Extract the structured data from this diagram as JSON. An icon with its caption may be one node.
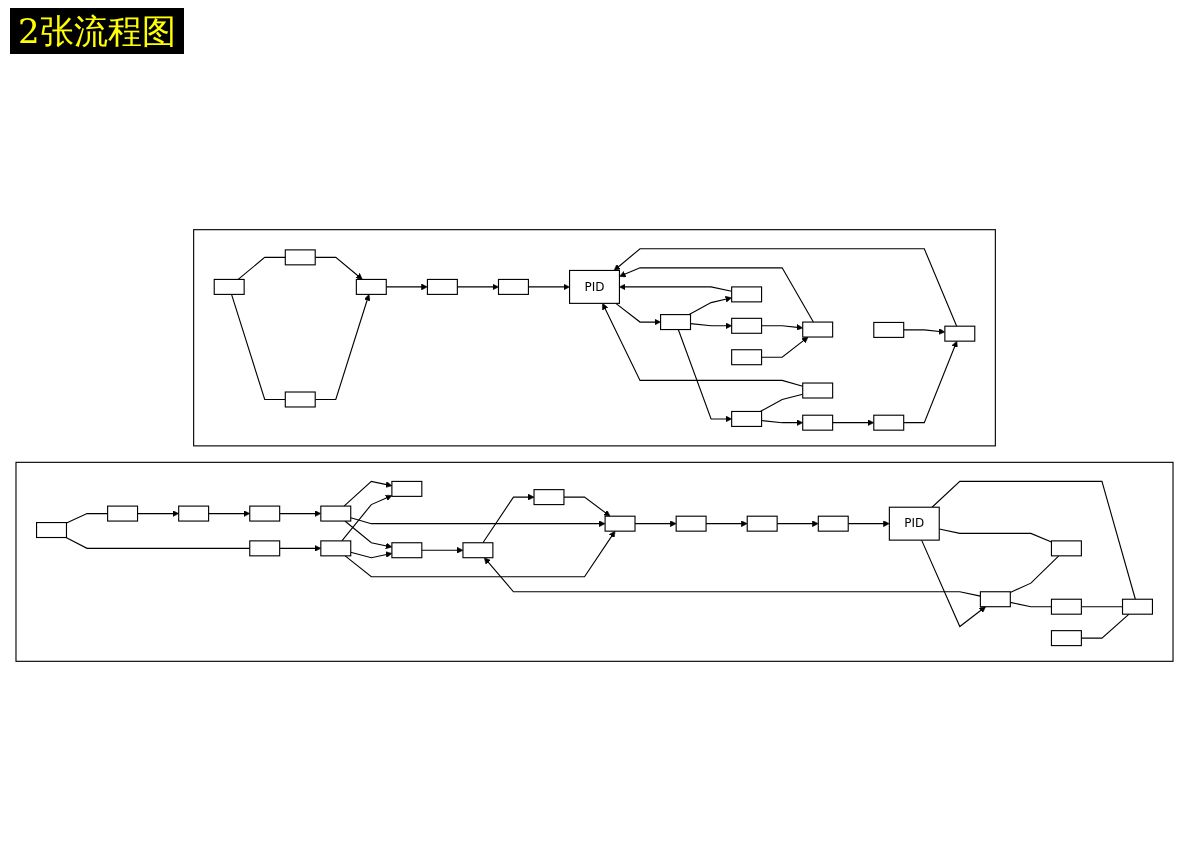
{
  "diagram": {
    "title": "2张流程图",
    "nodes": [
      {
        "text": [],
        "shape": "box"
      },
      {
        "text": [],
        "shape": "box",
        "in": 0
      },
      {
        "text": [],
        "shape": "box",
        "in": 0
      },
      {
        "text": [],
        "shape": "box",
        "in": 0
      },
      {
        "text": [],
        "shape": "box",
        "in": 0
      },
      {
        "text": [],
        "shape": "box",
        "in": 0
      },
      {
        "text": [],
        "shape": "box",
        "in": 0
      },
      {
        "text": [
          "PID"
        ],
        "in": 0
      },
      {
        "text": [],
        "shape": "box",
        "in": 0
      },
      {
        "text": [],
        "shape": "box",
        "in": 0
      },
      {
        "text": [],
        "shape": "box",
        "in": 0
      },
      {
        "text": [],
        "shape": "box",
        "in": 0
      },
      {
        "text": [],
        "shape": "box",
        "in": 0
      },
      {
        "text": [],
        "shape": "box",
        "in": 0
      },
      {
        "text": [],
        "shape": "box",
        "in": 0
      },
      {
        "text": [],
        "shape": "box",
        "in": 0
      },
      {
        "text": [],
        "shape": "box",
        "in": 0
      },
      {
        "text": [],
        "shape": "box",
        "in": 0
      },
      {
        "text": [],
        "shape": "box",
        "in": 0
      },
      {
        "text": [],
        "shape": "box"
      },
      {
        "text": [],
        "shape": "box",
        "in": 19
      },
      {
        "text": [],
        "shape": "box",
        "in": 19
      },
      {
        "text": [],
        "shape": "box",
        "in": 19
      },
      {
        "text": [],
        "shape": "box",
        "in": 19
      },
      {
        "text": [],
        "shape": "box",
        "in": 19
      },
      {
        "text": [],
        "shape": "box",
        "in": 19
      },
      {
        "text": [],
        "shape": "box",
        "in": 19
      },
      {
        "text": [],
        "shape": "box",
        "in": 19
      },
      {
        "text": [],
        "shape": "box",
        "in": 19
      },
      {
        "text": [],
        "shape": "box",
        "in": 19
      },
      {
        "text": [],
        "shape": "box",
        "in": 19
      },
      {
        "text": [],
        "shape": "box",
        "in": 19
      },
      {
        "text": [],
        "shape": "box",
        "in": 19
      },
      {
        "text": [
          "PID"
        ],
        "in": 19
      },
      {
        "text": [],
        "shape": "box",
        "in": 19
      },
      {
        "text": [],
        "shape": "box",
        "in": 19
      },
      {
        "text": [],
        "shape": "box",
        "in": 19
      },
      {
        "text": [],
        "shape": "box",
        "in": 19
      },
      {
        "text": [],
        "shape": "box",
        "in": 19
      },
      {
        "text": [],
        "shape": "box",
        "in": 19
      },
      {
        "text": [],
        "shape": "box",
        "in": 19
      }
    ],
    "edges": [
      {
        "from": 1,
        "to": 2,
        "arrow": "none"
      },
      {
        "from": 1,
        "to": 3,
        "arrow": "none"
      },
      {
        "from": 2,
        "to": 4,
        "arrow": "to"
      },
      {
        "from": 3,
        "to": 4,
        "arrow": "to"
      },
      {
        "from": 4,
        "to": 5,
        "arrow": "to"
      },
      {
        "from": 5,
        "to": 6,
        "arrow": "to"
      },
      {
        "from": 6,
        "to": 7,
        "arrow": "to"
      },
      {
        "from": 7,
        "to": 11,
        "arrow": "to"
      },
      {
        "from": 11,
        "to": 14,
        "arrow": "to"
      },
      {
        "from": 14,
        "to": 15,
        "arrow": "to"
      },
      {
        "from": 15,
        "to": 16,
        "arrow": "to"
      },
      {
        "from": 16,
        "to": 18,
        "arrow": "to"
      },
      {
        "from": 17,
        "to": 18,
        "arrow": "to"
      },
      {
        "from": 18,
        "to": 7,
        "arrow": "to"
      },
      {
        "from": 11,
        "to": 10,
        "arrow": "to"
      },
      {
        "from": 11,
        "to": 12,
        "arrow": "to"
      },
      {
        "from": 9,
        "to": 8,
        "arrow": "to"
      },
      {
        "from": 10,
        "to": 8,
        "arrow": "to"
      },
      {
        "from": 8,
        "to": 7,
        "arrow": "to"
      },
      {
        "from": 12,
        "to": 7,
        "arrow": "to"
      },
      {
        "from": 14,
        "to": 13,
        "arrow": "none"
      },
      {
        "from": 13,
        "to": 7,
        "arrow": "to"
      },
      {
        "from": 20,
        "to": 21,
        "arrow": "none"
      },
      {
        "from": 21,
        "to": 22,
        "arrow": "to"
      },
      {
        "from": 20,
        "to": 23,
        "arrow": "none"
      },
      {
        "from": 23,
        "to": 24,
        "arrow": "to"
      },
      {
        "from": 24,
        "to": 25,
        "arrow": "to"
      },
      {
        "from": 25,
        "to": 26,
        "arrow": "to"
      },
      {
        "from": 22,
        "to": 27,
        "arrow": "to"
      },
      {
        "from": 26,
        "to": 27,
        "arrow": "to"
      },
      {
        "from": 22,
        "to": 28,
        "arrow": "to"
      },
      {
        "from": 26,
        "to": 28,
        "arrow": "to"
      },
      {
        "from": 22,
        "to": 29,
        "arrow": "to"
      },
      {
        "from": 26,
        "to": 29,
        "arrow": "to"
      },
      {
        "from": 28,
        "to": 39,
        "arrow": "to"
      },
      {
        "from": 29,
        "to": 30,
        "arrow": "to"
      },
      {
        "from": 30,
        "to": 31,
        "arrow": "to"
      },
      {
        "from": 31,
        "to": 32,
        "arrow": "to"
      },
      {
        "from": 32,
        "to": 33,
        "arrow": "to"
      },
      {
        "from": 33,
        "to": 36,
        "arrow": "to"
      },
      {
        "from": 36,
        "to": 39,
        "arrow": "to"
      },
      {
        "from": 39,
        "to": 40,
        "arrow": "to"
      },
      {
        "from": 40,
        "to": 29,
        "arrow": "to"
      },
      {
        "from": 36,
        "to": 37,
        "arrow": "none"
      },
      {
        "from": 36,
        "to": 38,
        "arrow": "none"
      },
      {
        "from": 34,
        "to": 35,
        "arrow": "none"
      },
      {
        "from": 37,
        "to": 35,
        "arrow": "none"
      },
      {
        "from": 35,
        "to": 33,
        "arrow": "none"
      },
      {
        "from": 38,
        "to": 33,
        "arrow": "none"
      }
    ]
  }
}
